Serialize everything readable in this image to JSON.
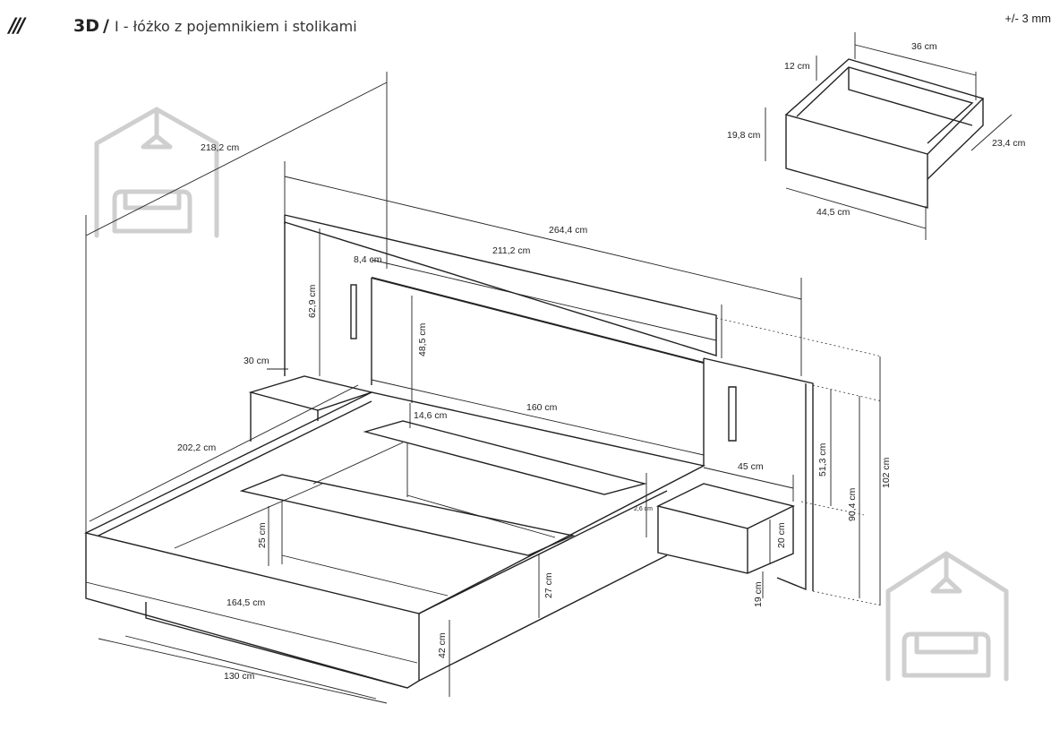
{
  "header": {
    "brand_mark": "///",
    "code": "3D",
    "separator": "/",
    "title": "I - łóżko z pojemnikiem i stolikami",
    "tolerance": "+/- 3 mm"
  },
  "dimensions": {
    "total_depth": "218,2 cm",
    "total_width": "264,4 cm",
    "headboard_width": "211,2 cm",
    "headboard_offset": "8,4 cm",
    "side_panel_height": "62,9 cm",
    "headboard_height": "48,5 cm",
    "nightstand_depth": "30 cm",
    "shelf_offset": "14,6 cm",
    "mattress_width": "160 cm",
    "frame_length": "202,2 cm",
    "nightstand_width": "45 cm",
    "nightstand_gap": "2,6 cm",
    "panel_inner_height": "51,3 cm",
    "panel_mid_height": "90,4 cm",
    "total_height": "102 cm",
    "nightstand_height": "20 cm",
    "nightstand_floor_clearance": "19 cm",
    "container_height": "25 cm",
    "frame_height": "27 cm",
    "bed_height": "42 cm",
    "outer_width": "164,5 cm",
    "base_width": "130 cm"
  },
  "drawer": {
    "width": "36 cm",
    "side_height": "12 cm",
    "front_height": "19,8 cm",
    "depth": "23,4 cm",
    "front_width": "44,5 cm"
  },
  "watermark": {
    "icon": "house-sofa-icon",
    "color": "#cfcfcf"
  }
}
